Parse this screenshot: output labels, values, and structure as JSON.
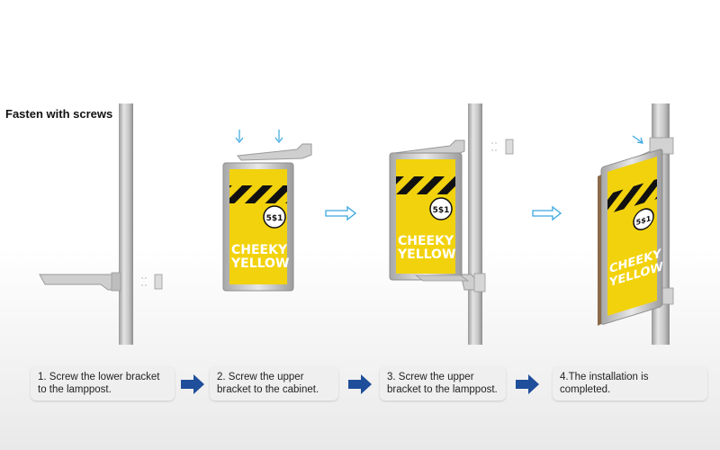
{
  "title": "Fasten with screws",
  "poster": {
    "badge_text": "5$1",
    "brand_line1": "CHEEKY",
    "brand_line2": "YELLOW"
  },
  "steps": [
    {
      "text": "1. Screw the lower bracket\nto the lamppost."
    },
    {
      "text": "2. Screw the upper\nbracket to the cabinet."
    },
    {
      "text": "3. Screw the upper\nbracket to the lamppost."
    },
    {
      "text": "4.The installation is completed."
    }
  ],
  "colors": {
    "poster_yellow": "#f2d20c",
    "step_arrow": "#1f4e9a",
    "transition_arrow": "#3aa7e0"
  }
}
